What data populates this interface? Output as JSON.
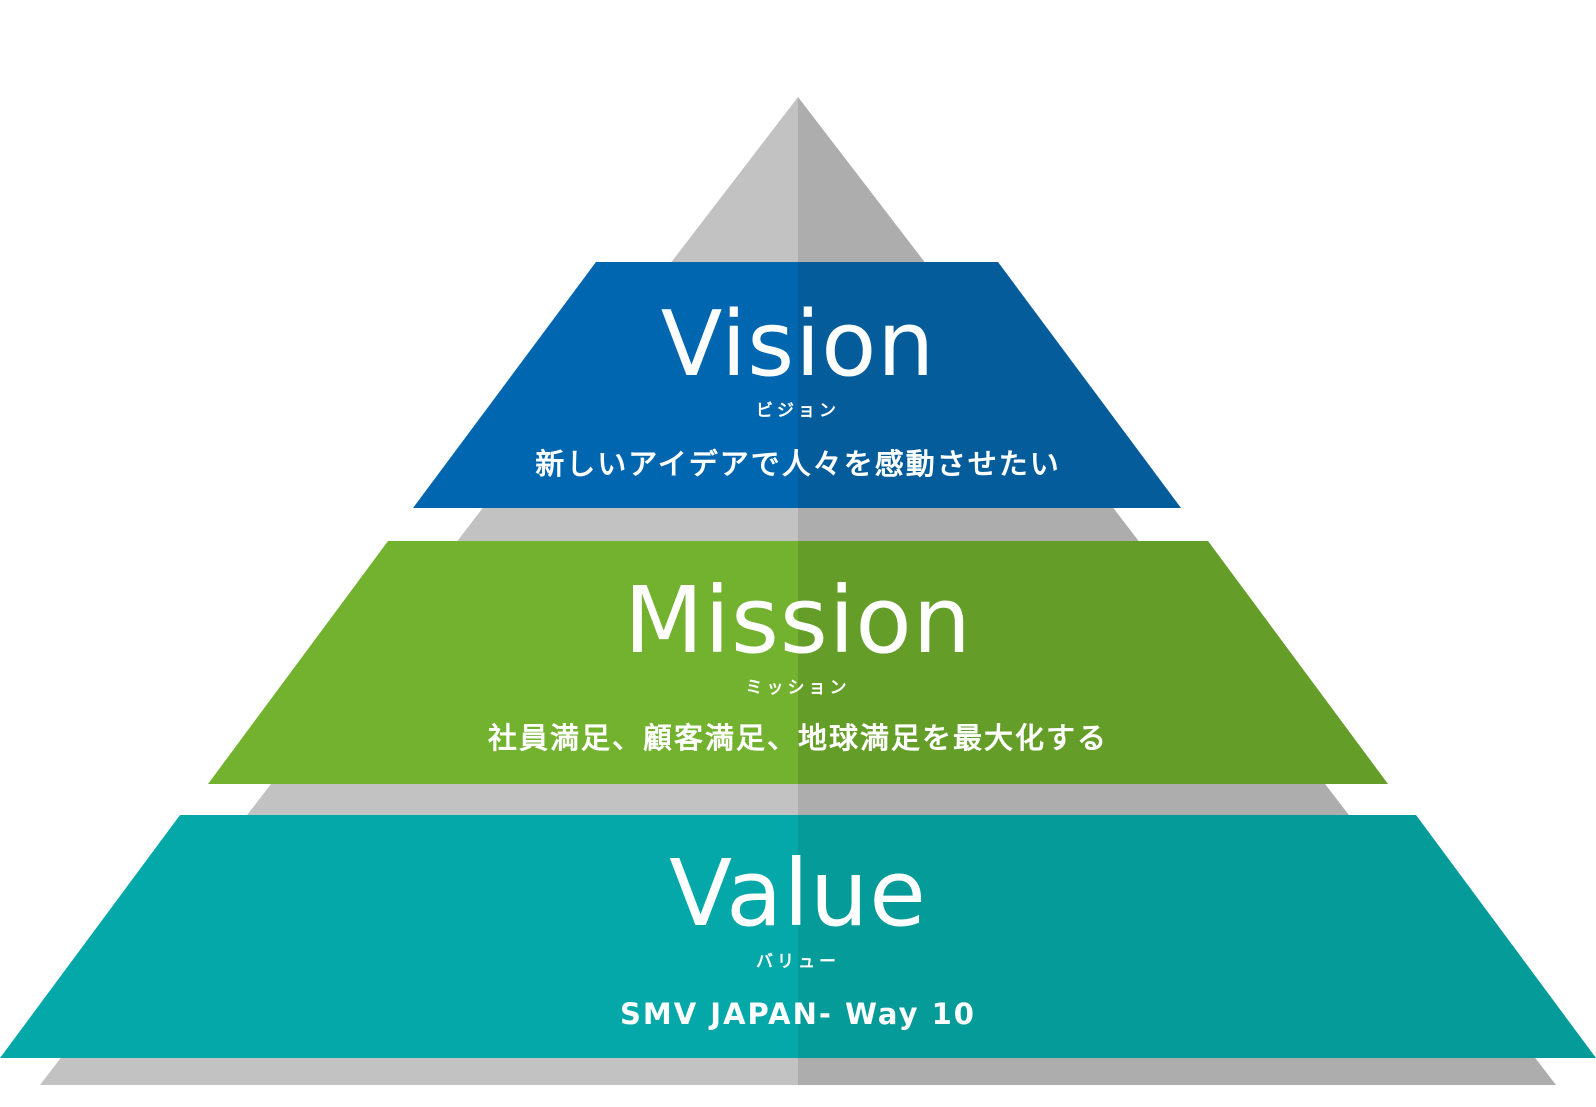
{
  "colors": {
    "background": "#ffffff",
    "pyramid_light": "#c2c2c2",
    "pyramid_dark": "#adadad",
    "vision_light": "#0066b0",
    "vision_dark": "#055c9b",
    "mission_light": "#72b22f",
    "mission_dark": "#649e29",
    "value_light": "#04a8a8",
    "value_dark": "#049b98",
    "text": "#ffffff"
  },
  "tiers": {
    "vision": {
      "title": "Vision",
      "kana": "ビジョン",
      "description": "新しいアイデアで人々を感動させたい"
    },
    "mission": {
      "title": "Mission",
      "kana": "ミッション",
      "description": "社員満足、顧客満足、地球満足を最大化する"
    },
    "value": {
      "title": "Value",
      "kana": "バリュー",
      "description": "SMV JAPAN- Way 10"
    }
  }
}
